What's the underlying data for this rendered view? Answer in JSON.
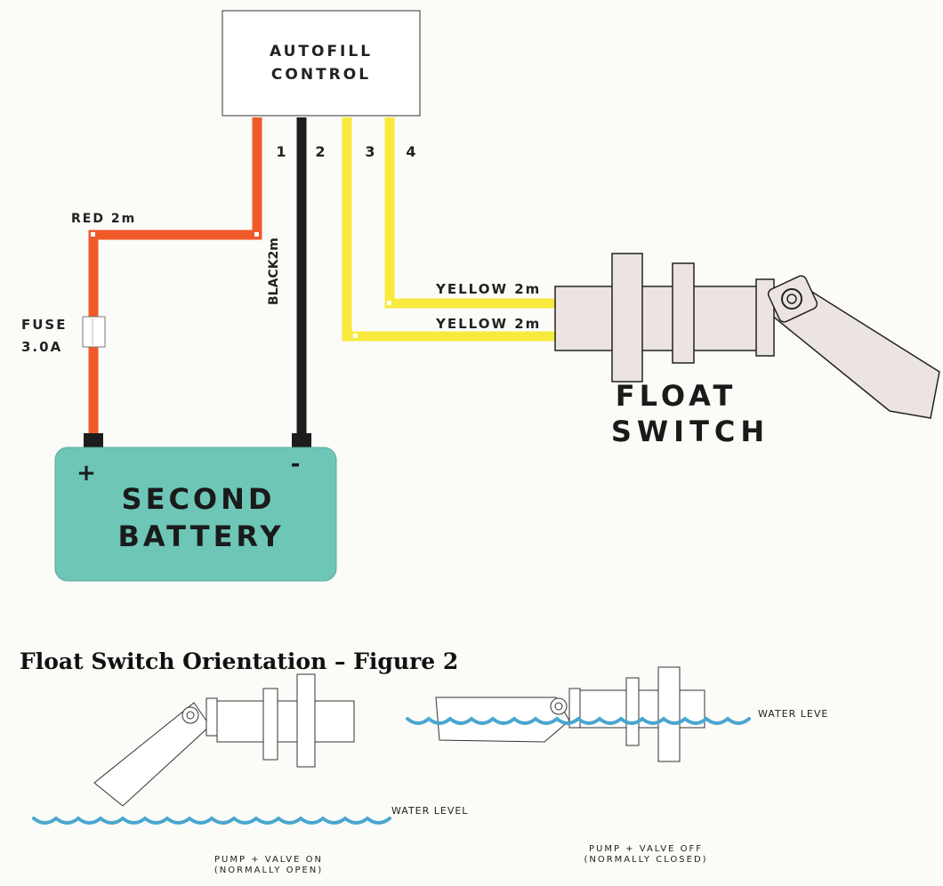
{
  "autofill_control": {
    "line1": "AUTOFILL",
    "line2": "CONTROL"
  },
  "terminals": [
    "1",
    "2",
    "3",
    "4"
  ],
  "wires": {
    "red": "RED 2m",
    "black": "BLACK2m",
    "yellow_upper": "YELLOW 2m",
    "yellow_lower": "YELLOW 2m"
  },
  "fuse": {
    "line1": "FUSE",
    "line2": "3.0A"
  },
  "battery": {
    "line1": "SECOND",
    "line2": "BATTERY",
    "plus": "+",
    "minus": "-"
  },
  "float_switch": {
    "line1": "FLOAT",
    "line2": "SWITCH"
  },
  "figure2": {
    "title": "Float Switch Orientation – Figure 2",
    "left": {
      "water_label": "WATER LEVEL",
      "caption_line1": "PUMP + VALVE ON",
      "caption_line2": "(NORMALLY OPEN)"
    },
    "right": {
      "water_label": "WATER LEVE",
      "caption_line1": "PUMP + VALVE OFF",
      "caption_line2": "(NORMALLY CLOSED)"
    }
  },
  "colors": {
    "red_wire": "#f05a28",
    "black_wire": "#1c1c1c",
    "yellow_wire": "#f7ea3c",
    "battery_fill": "#6ec6b7",
    "water": "#4aa6cf"
  }
}
